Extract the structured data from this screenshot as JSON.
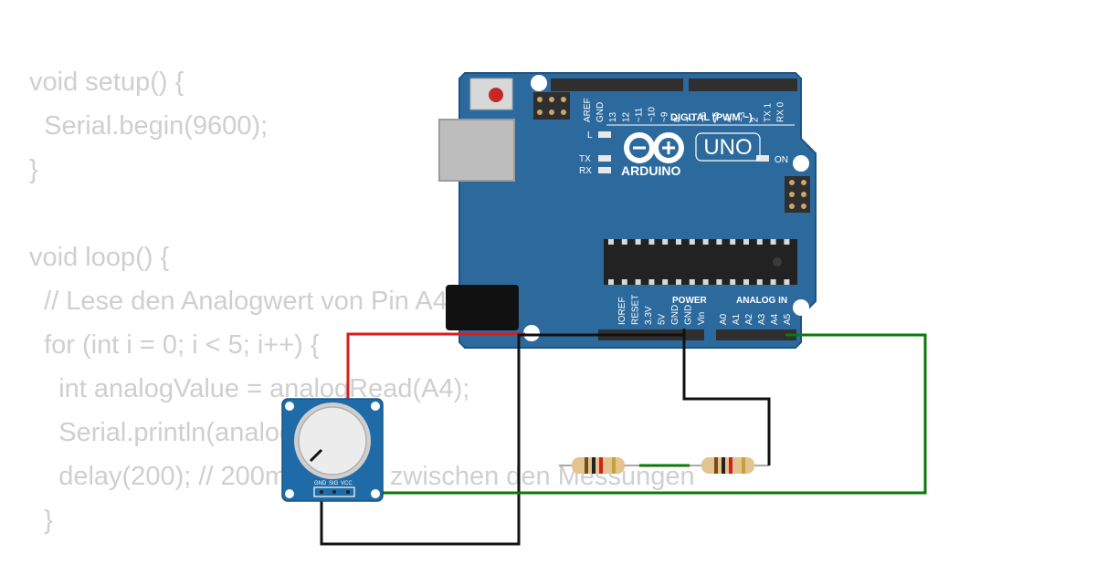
{
  "code": {
    "lines": [
      "void setup() {",
      "  Serial.begin(9600);",
      "}",
      "",
      "void loop() {",
      "  // Lese den Analogwert von Pin A4",
      "  for (int i = 0; i < 5; i++) {",
      "    int analogValue = analogRead(A4);",
      "    Serial.println(analogValue);",
      "    delay(200); // 200ms Pause zwischen den Messungen",
      "  }"
    ]
  },
  "arduino": {
    "brand": "ARDUINO",
    "model": "UNO",
    "led_l": "L",
    "led_tx": "TX",
    "led_rx": "RX",
    "led_on": "ON",
    "digital_header": "DIGITAL (PWM ~)",
    "digital_pins": [
      "AREF",
      "GND",
      "13",
      "12",
      "~11",
      "~10",
      "~9",
      "8",
      "7",
      "~6",
      "~5",
      "4",
      "~3",
      "2",
      "TX 1",
      "RX 0"
    ],
    "power_header": "POWER",
    "power_pins": [
      "IOREF",
      "RESET",
      "3.3V",
      "5V",
      "GND",
      "GND",
      "Vin"
    ],
    "analog_header": "ANALOG IN",
    "analog_pins": [
      "A0",
      "A1",
      "A2",
      "A3",
      "A4",
      "A5"
    ]
  },
  "potentiometer": {
    "pin_labels": [
      "GND",
      "SIG",
      "VCC"
    ]
  },
  "colors": {
    "board": "#2c6a9e",
    "board_edge": "#1f5282",
    "wire_red": "#e01b1b",
    "wire_black": "#111111",
    "wire_green": "#0a7a0a",
    "code_text": "#cfcfcf"
  }
}
